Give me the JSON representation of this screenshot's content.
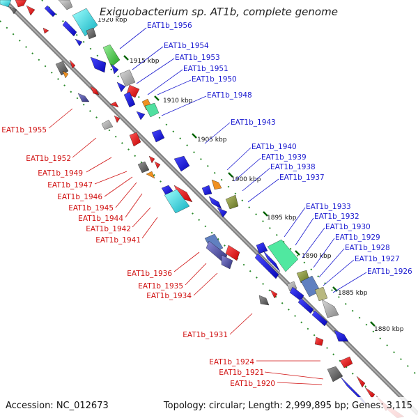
{
  "title": "Exiguobacterium sp. AT1b, complete genome",
  "footer": {
    "accession": "Accession: NC_012673",
    "topology": "Topology: circular; Length: 2,999,895 bp; Genes: 3,115"
  },
  "scale_labels": [
    "1920 kbp",
    "1915 kbp",
    "1910 kbp",
    "1905 kbp",
    "1900 kbp",
    "1895 kbp",
    "1890 kbp",
    "1885 kbp",
    "1880 kbp"
  ],
  "labels_forward": [
    "EAT1b_1956",
    "EAT1b_1954",
    "EAT1b_1953",
    "EAT1b_1951",
    "EAT1b_1950",
    "EAT1b_1948",
    "EAT1b_1943",
    "EAT1b_1940",
    "EAT1b_1939",
    "EAT1b_1938",
    "EAT1b_1937",
    "EAT1b_1933",
    "EAT1b_1932",
    "EAT1b_1930",
    "EAT1b_1929",
    "EAT1b_1928",
    "EAT1b_1927",
    "EAT1b_1926"
  ],
  "labels_reverse": [
    "EAT1b_1955",
    "EAT1b_1952",
    "EAT1b_1949",
    "EAT1b_1947",
    "EAT1b_1946",
    "EAT1b_1945",
    "EAT1b_1944",
    "EAT1b_1942",
    "EAT1b_1941",
    "EAT1b_1936",
    "EAT1b_1935",
    "EAT1b_1934",
    "EAT1b_1931",
    "EAT1b_1924",
    "EAT1b_1921",
    "EAT1b_1920"
  ],
  "colors": {
    "backbone": "#8a8a8a",
    "forward_label": "#1a1ad0",
    "reverse_label": "#d01010",
    "gc_dots": "#2a8a2a",
    "gene_blue": "#1010e0",
    "gene_red": "#e81010",
    "gene_green": "#40d040",
    "gene_cyan": "#30d8d8",
    "gene_gray": "#707070",
    "gene_orange": "#f09020",
    "gene_magenta": "#e020c0"
  }
}
